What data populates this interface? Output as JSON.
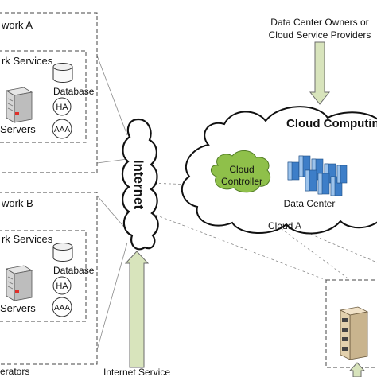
{
  "network_a": {
    "title": "work A",
    "services_label": "rk Services",
    "database_label": "Database",
    "ha_label": "HA",
    "servers_label": "Servers",
    "aaa_label": "AAA"
  },
  "network_b": {
    "title": "work B",
    "services_label": "rk Services",
    "database_label": "Database",
    "ha_label": "HA",
    "servers_label": "Servers",
    "aaa_label": "AAA"
  },
  "bottom_left_label": "erators",
  "internet": {
    "label": "Internet",
    "service_label": "Internet Service"
  },
  "data_center_owners": {
    "line1": "Data Center Owners or",
    "line2": "Cloud Service Providers"
  },
  "cloud": {
    "title": "Cloud Computin",
    "controller_line1": "Cloud",
    "controller_line2": "Controller",
    "data_center_label": "Data Center",
    "cloud_a_label": "Cloud A"
  },
  "colors": {
    "controller_fill": "#8fc04a",
    "arrow_fill": "#d8e4bc",
    "server_body": "#cfcfcf",
    "server_red": "#e0302a",
    "datacenter_blue": "#3d7ec8",
    "datacenter_light": "#9cc3ec"
  },
  "icons": {
    "database": "database-cylinder-icon",
    "server": "server-tower-icon",
    "data_center": "data-center-racks-icon",
    "rack": "server-rack-icon"
  }
}
